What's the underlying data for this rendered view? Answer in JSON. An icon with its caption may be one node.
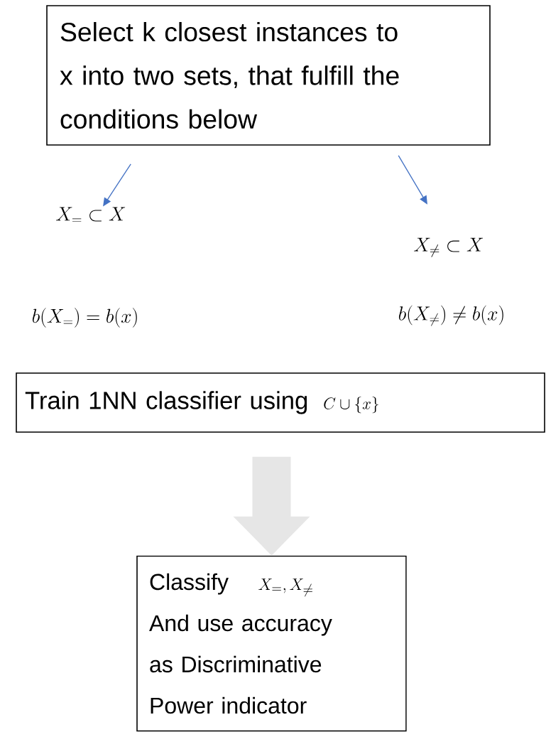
{
  "diagram": {
    "nodes": [
      {
        "text": [
          "Select k closest instances to x into two sets, that fulfill the conditions below"
        ]
      },
      {
        "text": [
          "X_{=} \\subset X"
        ]
      },
      {
        "text": [
          "X_{\\neq} \\subset X"
        ]
      },
      {
        "text": [
          "Train 1NN classifier using",
          "C \\cup \\{x\\}"
        ]
      },
      {
        "text": [
          "Classify",
          "X_{=}, X_{\\neq}",
          "And use accuracy as Discriminative Power indicator"
        ]
      }
    ],
    "edges": [
      {
        "from": 0,
        "to": 1,
        "arrow": "to"
      },
      {
        "from": 0,
        "to": 2,
        "arrow": "to"
      },
      {
        "from": 3,
        "to": 4,
        "arrow": "to",
        "style": "thick",
        "color": "#e6e6e6"
      }
    ],
    "labels": [
      "b(X_{=}) = b(x)",
      "b(X_{\\neq}) \\neq b(x)"
    ]
  }
}
